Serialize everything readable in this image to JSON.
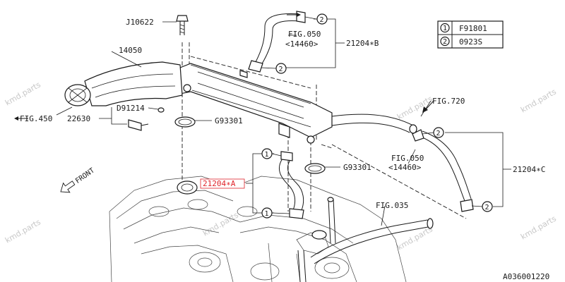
{
  "diagram": {
    "part_labels": {
      "j10622": "J10622",
      "p14050": "14050",
      "fig450": "FIG.450",
      "d91214": "D91214",
      "p22630": "22630",
      "g93301_a": "G93301",
      "g93301_b": "G93301",
      "fig050_top": "FIG.050",
      "fig050_top_code": "<14460>",
      "p21204b": "21204∗B",
      "fig720": "FIG.720",
      "fig050_right": "FIG.050",
      "fig050_right_code": "<14460>",
      "p21204c": "21204∗C",
      "p21204a": "21204∗A",
      "fig035": "FIG.035",
      "front": "FRONT",
      "diagram_code": "A036001220"
    },
    "callouts": {
      "c1": "1",
      "c2": "2"
    },
    "legend": [
      {
        "num": "1",
        "code": "F91801"
      },
      {
        "num": "2",
        "code": "0923S"
      }
    ],
    "watermark": "kmd.parts",
    "highlight_color": "#e0242a"
  }
}
